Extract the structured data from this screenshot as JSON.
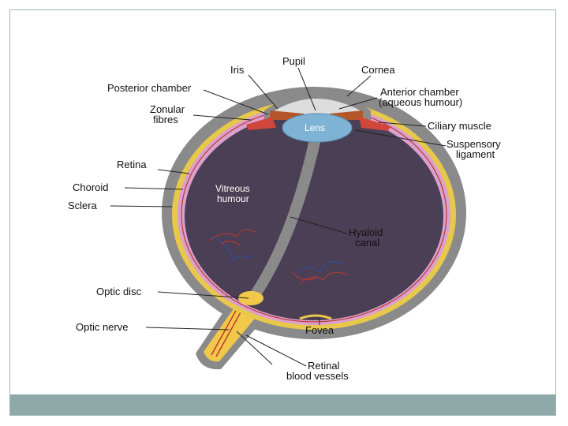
{
  "labels": {
    "iris": "Iris",
    "pupil": "Pupil",
    "cornea": "Cornea",
    "posterior_chamber": "Posterior chamber",
    "anterior_chamber_1": "Anterior chamber",
    "anterior_chamber_2": "(aqueous humour)",
    "zonular_1": "Zonular",
    "zonular_2": "fibres",
    "lens": "Lens",
    "ciliary_muscle": "Ciliary muscle",
    "suspensory_1": "Suspensory",
    "suspensory_2": "ligament",
    "retina": "Retina",
    "choroid": "Choroid",
    "sclera": "Sclera",
    "vitreous_1": "Vitreous",
    "vitreous_2": "humour",
    "hyaloid_1": "Hyaloid",
    "hyaloid_2": "canal",
    "optic_disc": "Optic disc",
    "optic_nerve": "Optic nerve",
    "fovea": "Fovea",
    "retinal_vessels_1": "Retinal",
    "retinal_vessels_2": "blood vessels"
  },
  "colors": {
    "sclera": "#8a8a8a",
    "choroid": "#e8c84a",
    "retina": "#d9a0d0",
    "vitreous": "#4b3f55",
    "lens": "#7fb3d6",
    "iris": "#b3572b",
    "ciliary": "#d0463a",
    "nerve": "#f2c84b",
    "footer": "#8fa9a9"
  }
}
